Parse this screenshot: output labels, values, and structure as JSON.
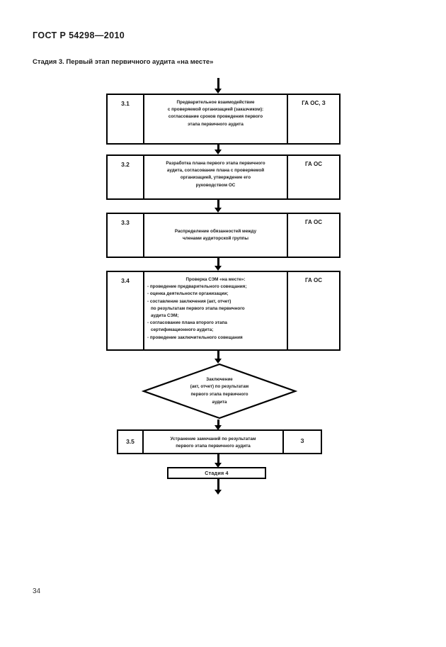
{
  "document": {
    "standard_header": "ГОСТ Р 54298—2010",
    "stage_title": "Стадия 3. Первый этап первичного аудита «на месте»",
    "page_number": "34"
  },
  "flowchart": {
    "type": "process-flow-diagram",
    "steps": [
      {
        "number": "3.1",
        "lines": [
          "Предварительное взаимодействие",
          "с проверяемой организацией (заказчиком):",
          "согласование сроков проведения первого",
          "этапа первичного аудита"
        ],
        "responsible": "ГА ОС, З"
      },
      {
        "number": "3.2",
        "lines": [
          "Разработка плана первого этапа первичного",
          "аудита, согласование плана с проверяемой",
          "организацией, утверждение его",
          "руководством ОС"
        ],
        "responsible": "ГА ОС"
      },
      {
        "number": "3.3",
        "lines": [
          "Распределение обязанностей между",
          "членами аудиторской группы"
        ],
        "responsible": "ГА ОС"
      },
      {
        "number": "3.4",
        "title": "Проверка СЭМ «на месте»:",
        "bullets": [
          "- проведение предварительного совещания;",
          "- оценка деятельности организации;",
          "- составление заключения (акт, отчет)",
          "по результатам первого этапа первичного",
          "аудита СЭМ;",
          "- согласование плана второго этапа",
          "сертификационного аудита;",
          "- проведение заключительного совещания"
        ],
        "responsible": "ГА ОС"
      }
    ],
    "decision": {
      "lines": [
        "Заключение",
        "(акт, отчет) по результатам",
        "первого этапа первичного",
        "аудита"
      ]
    },
    "final_step": {
      "number": "3.5",
      "lines": [
        "Устранение замечаний по результатам",
        "первого этапа первичного аудита"
      ],
      "responsible": "З"
    },
    "terminal": {
      "label": "Стадия 4"
    }
  },
  "colors": {
    "ink": "#1a1a1a",
    "stroke": "#000000",
    "paper": "#ffffff"
  }
}
